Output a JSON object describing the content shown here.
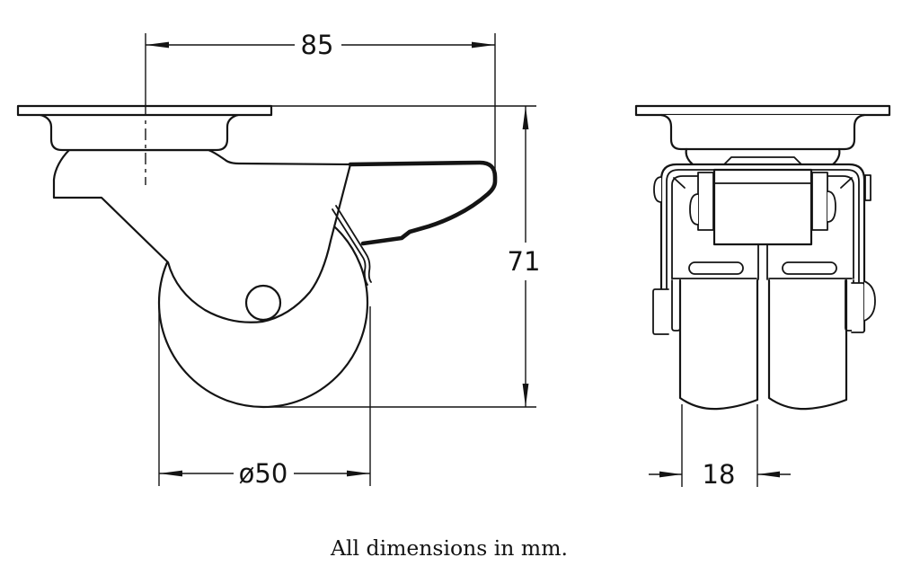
{
  "colors": {
    "background": "#ffffff",
    "line": "#141414"
  },
  "caption": {
    "text": "All dimensions in mm."
  },
  "dimensions": {
    "overall_length": {
      "label": "85"
    },
    "overall_height": {
      "label": "71"
    },
    "wheel_diameter": {
      "label": "ø50"
    },
    "wheel_width": {
      "label": "18"
    }
  }
}
